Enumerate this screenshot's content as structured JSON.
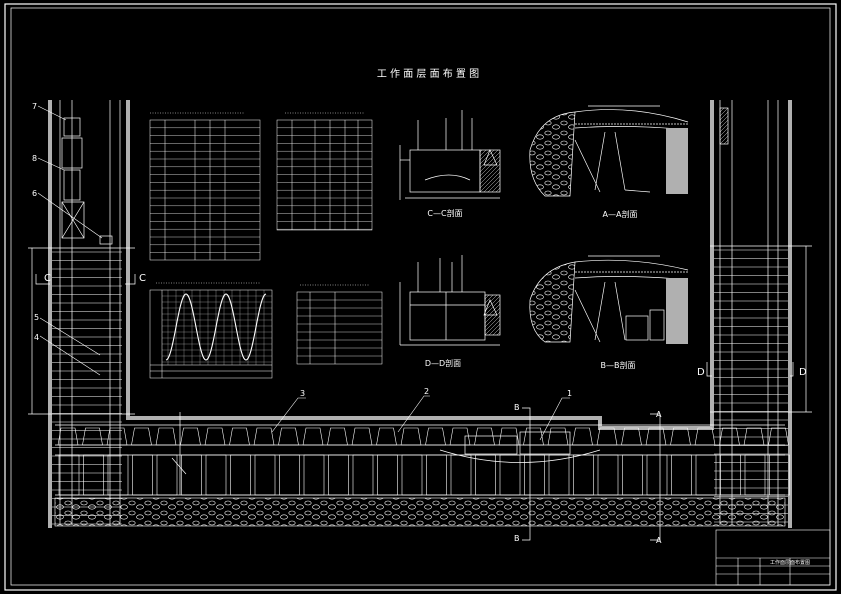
{
  "drawing": {
    "title": "工 作 面 层 面 布 置 图",
    "section_labels": {
      "cc": "C—C剖面",
      "aa": "A—A剖面",
      "dd": "D—D剖面",
      "bb": "B—B剖面"
    },
    "cut_markers": {
      "c_left": "C",
      "c_right": "C",
      "d_left": "D",
      "d_right": "D",
      "b_top": "B",
      "b_bottom": "B",
      "a_top": "A",
      "a_bottom": "A"
    },
    "callouts": [
      "1",
      "2",
      "3",
      "4",
      "5",
      "6",
      "7",
      "8"
    ],
    "title_block": {
      "name": "工作面层面布置图"
    }
  },
  "colors": {
    "background": "#000000",
    "line": "#ffffff",
    "wall": "#b0b0b0"
  }
}
